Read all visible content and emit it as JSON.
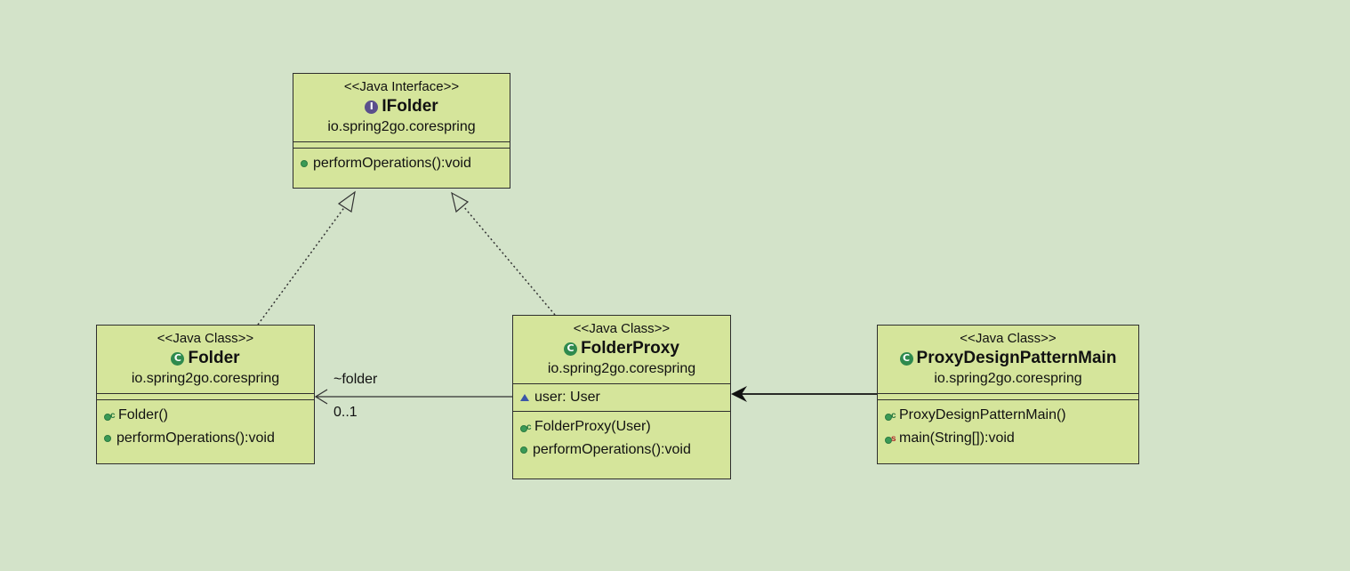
{
  "classes": {
    "ifolder": {
      "stereotype": "<<Java Interface>>",
      "name": "IFolder",
      "package": "io.spring2go.corespring",
      "methods": [
        "performOperations():void"
      ]
    },
    "folder": {
      "stereotype": "<<Java Class>>",
      "name": "Folder",
      "package": "io.spring2go.corespring",
      "methods": [
        "Folder()",
        "performOperations():void"
      ]
    },
    "folderproxy": {
      "stereotype": "<<Java Class>>",
      "name": "FolderProxy",
      "package": "io.spring2go.corespring",
      "fields": [
        "user: User"
      ],
      "methods": [
        "FolderProxy(User)",
        "performOperations():void"
      ]
    },
    "main": {
      "stereotype": "<<Java Class>>",
      "name": "ProxyDesignPatternMain",
      "package": "io.spring2go.corespring",
      "methods": [
        "ProxyDesignPatternMain()",
        "main(String[]):void"
      ]
    }
  },
  "association": {
    "role": "~folder",
    "multiplicity": "0..1"
  },
  "icons": {
    "interface": "interface-icon",
    "class": "class-icon",
    "public_method": "public-method-icon",
    "constructor": "constructor-icon",
    "static_method": "static-method-icon",
    "package_field": "package-field-icon"
  },
  "colors": {
    "background": "#d3e3c9",
    "box_fill": "#d5e59b",
    "interface_icon": "#5a4f8c",
    "class_icon": "#2f8a4e"
  }
}
